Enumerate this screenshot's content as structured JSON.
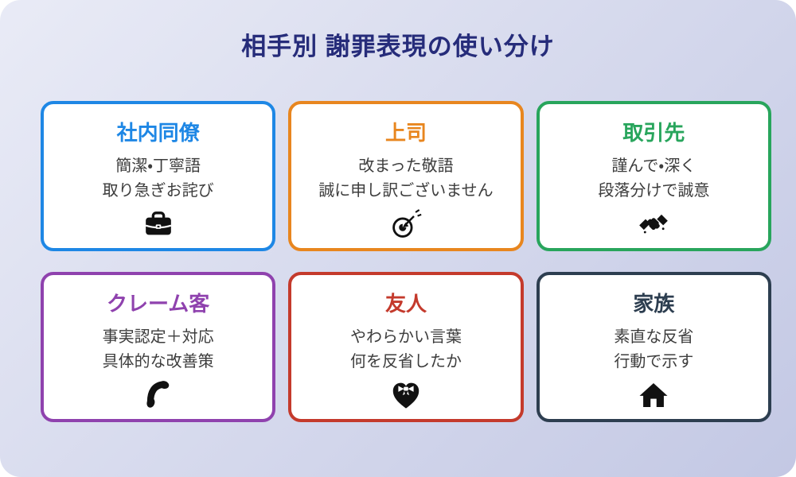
{
  "page": {
    "title": "相手別 謝罪表現の使い分け"
  },
  "colors": {
    "background_start": "#e9ebf6",
    "background_end": "#c3c8e4",
    "title": "#262c7a",
    "body_text": "#3d3d3d",
    "icon": "#111111"
  },
  "cards": [
    {
      "id": "colleagues",
      "label": "社内同僚",
      "lines": [
        "簡潔・丁寧語",
        "取り急ぎお詫び"
      ],
      "icon": "briefcase-icon",
      "color": "#1e87e5"
    },
    {
      "id": "boss",
      "label": "上司",
      "lines": [
        "改まった敬語",
        "誠に申し訳ございません"
      ],
      "icon": "target-dart-icon",
      "color": "#e8861f"
    },
    {
      "id": "client",
      "label": "取引先",
      "lines": [
        "謹んで・深く",
        "段落分けで誠意"
      ],
      "icon": "handshake-icon",
      "color": "#28a55c"
    },
    {
      "id": "complaint-customer",
      "label": "クレーム客",
      "lines": [
        "事実認定＋対応",
        "具体的な改善策"
      ],
      "icon": "phone-icon",
      "color": "#8f42ae"
    },
    {
      "id": "friend",
      "label": "友人",
      "lines": [
        "やわらかい言葉",
        "何を反省したか"
      ],
      "icon": "heart-ribbon-icon",
      "color": "#c43a2c"
    },
    {
      "id": "family",
      "label": "家族",
      "lines": [
        "素直な反省",
        "行動で示す"
      ],
      "icon": "home-icon",
      "color": "#2d3e50"
    }
  ]
}
